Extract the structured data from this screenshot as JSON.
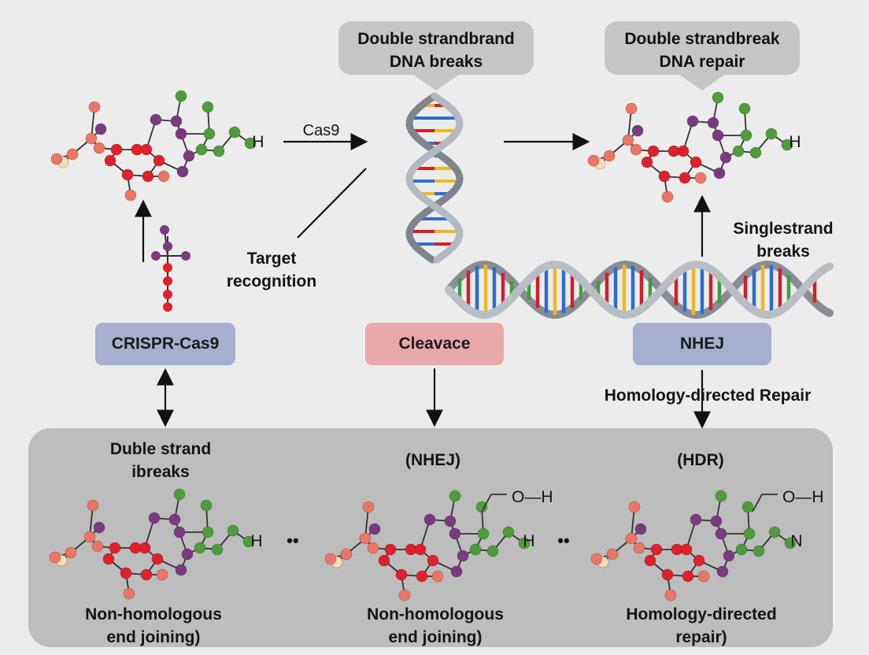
{
  "callouts": {
    "left": {
      "line1": "Double strandbrand",
      "line2": "DNA breaks"
    },
    "right": {
      "line1": "Double strandbreak",
      "line2": "DNA repair"
    }
  },
  "arrow_labels": {
    "cas9": "Cas9",
    "target": {
      "line1": "Target",
      "line2": "recognition"
    },
    "single_strand": {
      "line1": "Singlestrand",
      "line2": "breaks"
    },
    "hdr_label": "Homology-directed Repair"
  },
  "pills": {
    "crispr": {
      "label": "CRISPR-Cas9",
      "color": "#a7afcf"
    },
    "cleavage": {
      "label": "Cleavace",
      "color": "#e8a8a8"
    },
    "nhej": {
      "label": "NHEJ",
      "color": "#a7afcf"
    }
  },
  "bottom": {
    "col1": {
      "header1": "Duble strand",
      "header2": "ibreaks",
      "footer1": "Non-homologous",
      "footer2": "end joining)"
    },
    "col2": {
      "header1": "(NHEJ)",
      "footer1": "Non-homologous",
      "footer2": "end joining)"
    },
    "col3": {
      "header1": "(HDR)",
      "footer1": "Homology-directed",
      "footer2": "repair)"
    },
    "dots": "••"
  },
  "atoms": {
    "top_left_h": "H",
    "top_right_h": "H",
    "bottom1_h": "H",
    "bottom2_h": "H",
    "bottom2_oh": "O—H",
    "bottom3_oh": "O—H",
    "bottom3_n": "N"
  },
  "colors": {
    "red": "#e0202a",
    "salmon": "#ee7565",
    "purple": "#7a3a80",
    "green": "#4e9d3a",
    "cream": "#f3dfae",
    "dna_blue": "#2b6fcf",
    "dna_red": "#d0202a",
    "dna_yellow": "#f0b820",
    "dna_green": "#3aa040"
  }
}
